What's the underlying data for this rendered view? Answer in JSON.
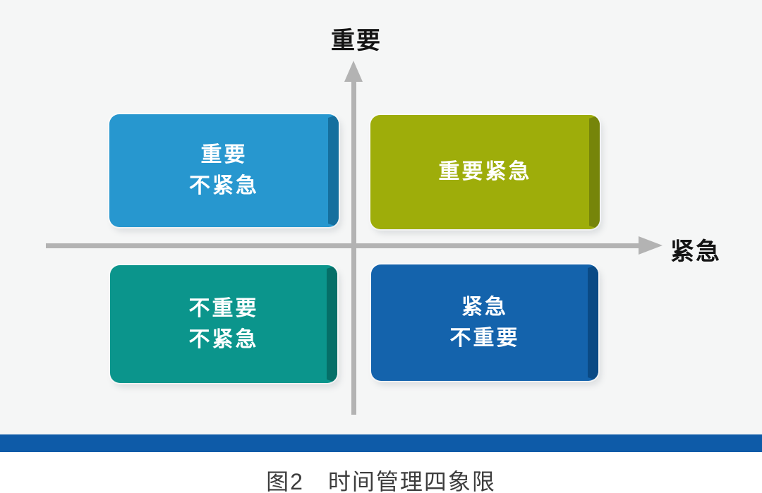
{
  "diagram": {
    "y_axis_label": "重要",
    "x_axis_label": "紧急",
    "quadrants": {
      "top_left": {
        "name": "important-not-urgent",
        "line1": "重要",
        "line2": "不紧急",
        "fill": "#2797CF",
        "edge": "#156F9E"
      },
      "top_right": {
        "name": "important-urgent",
        "line1": "重要紧急",
        "line2": "",
        "fill": "#9EAD0A",
        "edge": "#76850A"
      },
      "bottom_left": {
        "name": "not-important-not-urgent",
        "line1": "不重要",
        "line2": "不紧急",
        "fill": "#0B958C",
        "edge": "#056F68"
      },
      "bottom_right": {
        "name": "urgent-not-important",
        "line1": "紧急",
        "line2": "不重要",
        "fill": "#1463AC",
        "edge": "#0A4A85"
      }
    },
    "colors": {
      "axis": "#B3B3B3",
      "background": "#F5F6F6",
      "divider": "#0E5BA8",
      "quadrant_text": "#FFFFFF",
      "axis_label_text": "#141414",
      "caption_text": "#3D3D3D"
    },
    "caption": "图2　时间管理四象限"
  }
}
